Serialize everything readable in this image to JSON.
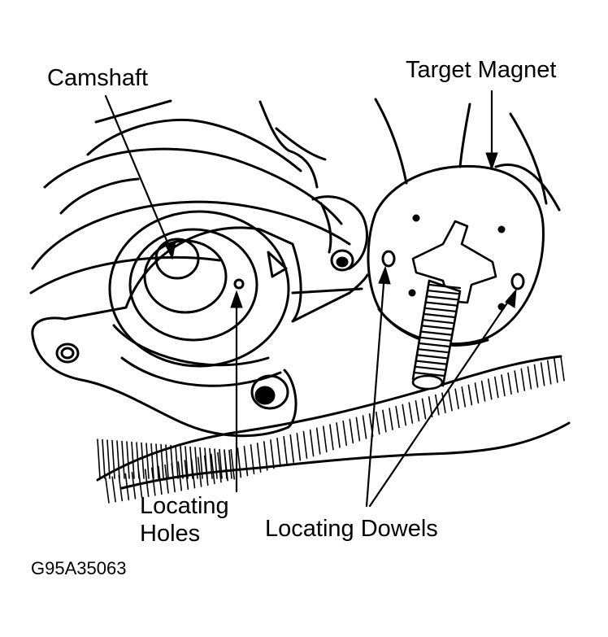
{
  "labels": {
    "camshaft": "Camshaft",
    "target_magnet": "Target Magnet",
    "locating_holes_line1": "Locating",
    "locating_holes_line2": "Holes",
    "locating_dowels": "Locating Dowels",
    "figure_code": "G95A35063"
  }
}
